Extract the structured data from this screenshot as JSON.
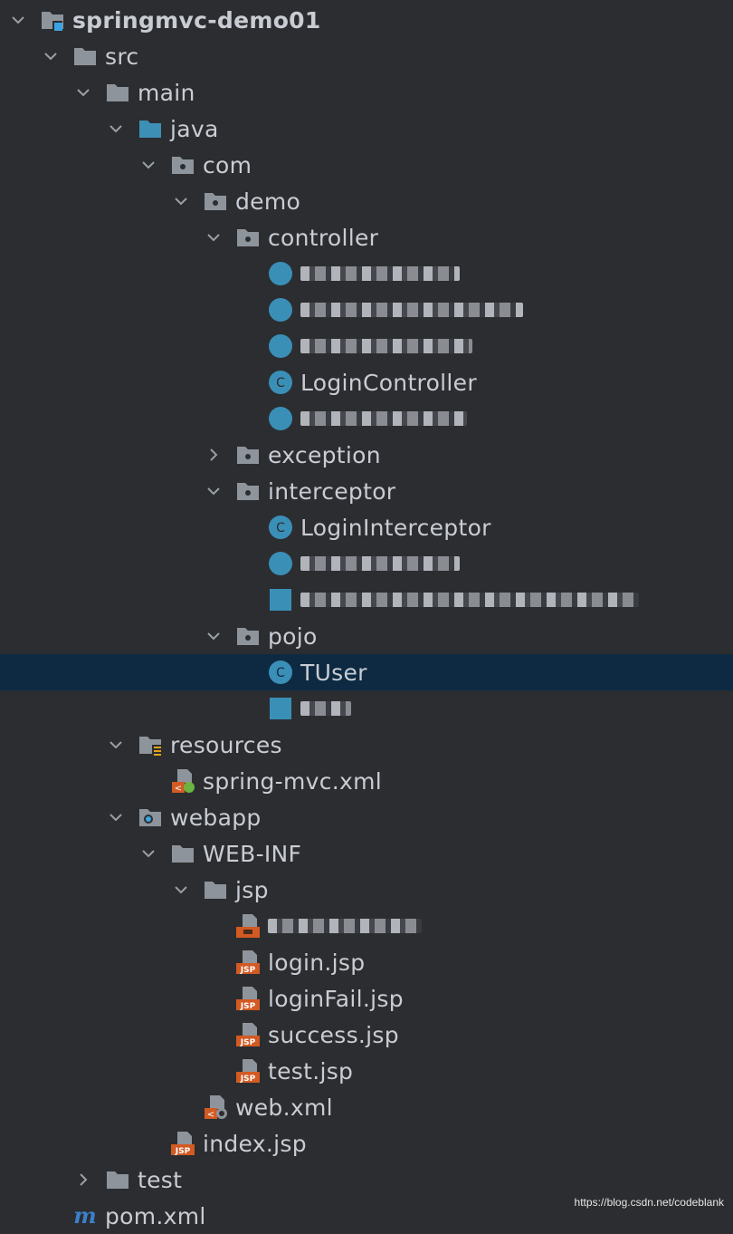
{
  "project": {
    "root": "springmvc-demo01",
    "src": "src",
    "main": "main",
    "java": "java",
    "com": "com",
    "demo": "demo",
    "controller": "controller",
    "login_controller": "LoginController",
    "exception": "exception",
    "interceptor": "interceptor",
    "login_interceptor": "LoginInterceptor",
    "pojo": "pojo",
    "tuser": "TUser",
    "resources": "resources",
    "spring_mvc_xml": "spring-mvc.xml",
    "webapp": "webapp",
    "web_inf": "WEB-INF",
    "jsp": "jsp",
    "login_jsp": "login.jsp",
    "loginfail_jsp": "loginFail.jsp",
    "success_jsp": "success.jsp",
    "test_jsp": "test.jsp",
    "web_xml": "web.xml",
    "index_jsp": "index.jsp",
    "test": "test",
    "pom_xml": "pom.xml"
  },
  "watermark": "https://blog.csdn.net/codeblank",
  "colors": {
    "background": "#2b2d30",
    "selection": "#0d2a42",
    "text": "#c9ccd3",
    "folder": "#8e949b",
    "source_folder": "#3e8fb5",
    "class_icon": "#3a8fb7",
    "jsp_icon": "#d25a23",
    "maven": "#3d7fc9"
  },
  "icons": {
    "expanded": "chevron-down-icon",
    "collapsed": "chevron-right-icon",
    "module": "module-icon",
    "folder": "folder-icon",
    "package": "package-icon",
    "source_root": "source-root-icon",
    "resources_root": "resources-root-icon",
    "web_root": "web-root-icon",
    "class": "java-class-icon",
    "xml_spring": "spring-xml-icon",
    "xml_web": "web-xml-icon",
    "jsp": "jsp-file-icon",
    "maven": "maven-icon"
  }
}
